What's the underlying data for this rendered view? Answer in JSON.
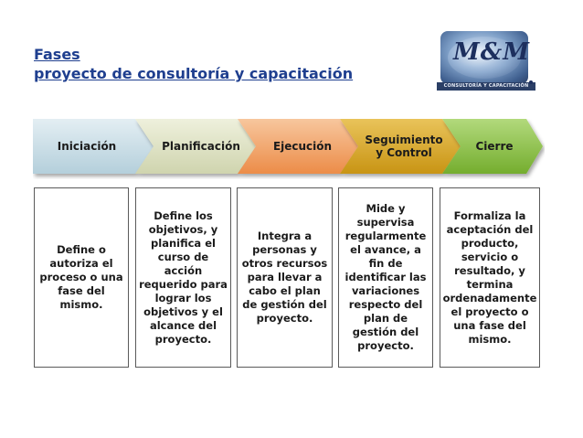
{
  "title": {
    "line1": "Fases",
    "line2": "proyecto de consultoría y capacitación"
  },
  "logo": {
    "mark": "M&M",
    "caption": "CONSULTORÍA Y CAPACITACIÓN"
  },
  "phases": [
    {
      "name": "Iniciación",
      "color": "#c9dde6",
      "description": "Define o\nautoriza el\nproceso o una\nfase del\nmismo."
    },
    {
      "name": "Planificación",
      "color": "#dfe3c8",
      "description": "Define los\nobjetivos, y\nplanifica el\ncurso de\nacción\nrequerido para\nlograr los\nobjetivos y el\nalcance del\nproyecto."
    },
    {
      "name": "Ejecución",
      "color": "#f2a46a",
      "description": "Integra a\npersonas y\notros recursos\npara llevar a\ncabo el plan\nde gestión del\nproyecto."
    },
    {
      "name": "Seguimiento\ny Control",
      "color": "#d9a62a",
      "description": "Mide y\nsupervisa\nregularmente\nel avance, a\nfin de\nidentificar las\nvariaciones\nrespecto del\nplan de\ngestión del\nproyecto."
    },
    {
      "name": "Cierre",
      "color": "#8ec24a",
      "description": "Formaliza la\naceptación del\nproducto,\nservicio o\nresultado, y\ntermina\nordenadamente\nel proyecto o\nuna fase del\nmismo."
    }
  ]
}
